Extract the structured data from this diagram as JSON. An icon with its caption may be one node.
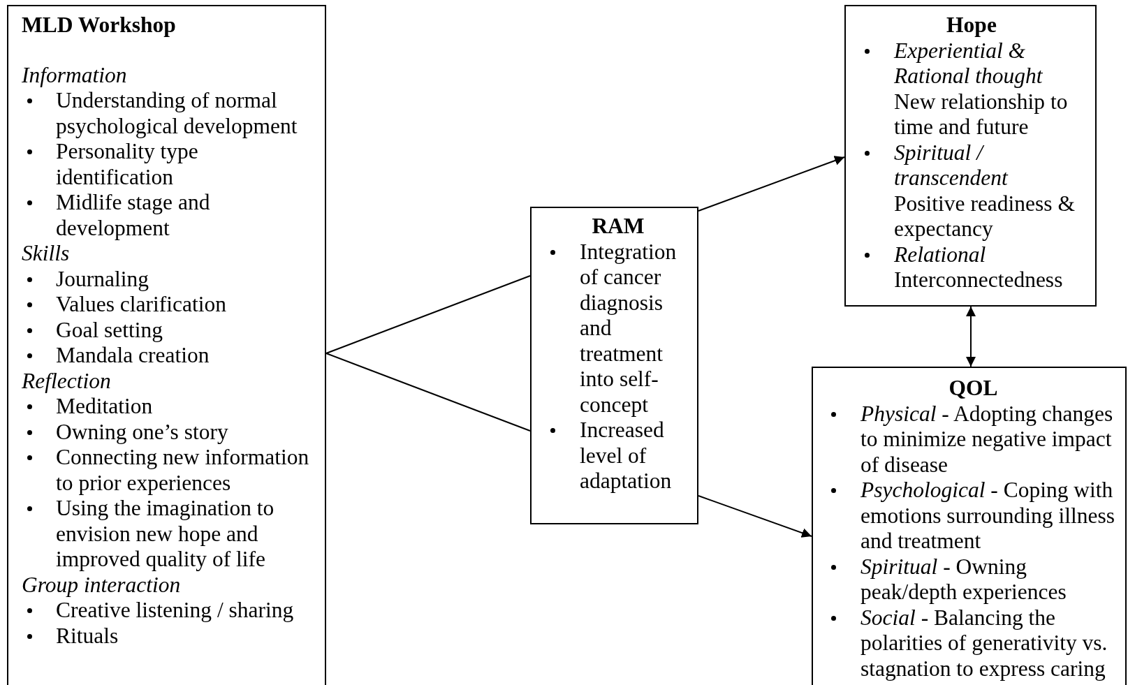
{
  "diagram": {
    "nodes": [
      {
        "text": [
          "MLD Workshop",
          "Information",
          "Understanding of normal psychological development",
          "Personality type identification",
          "Midlife stage and development",
          "Skills",
          "Journaling",
          "Values clarification",
          "Goal setting",
          "Mandala creation",
          "Reflection",
          "Meditation",
          "Owning one’s story",
          "Connecting new information to prior experiences",
          "Using the imagination to envision new hope and improved quality of life",
          "Group interaction",
          "Creative listening / sharing",
          "Rituals"
        ]
      },
      {
        "text": [
          "RAM",
          "Integration of cancer diagnosis and treatment into self-concept",
          "Increased level of adaptation"
        ]
      },
      {
        "text": [
          "Hope",
          "Experiential & Rational thought",
          "New relationship to time and future",
          "Spiritual / transcendent",
          "Positive readiness & expectancy",
          "Relational",
          "Interconnectedness"
        ]
      },
      {
        "text": [
          "QOL",
          "*Physical* - Adopting changes to minimize negative impact of disease",
          "*Psychological* - Coping with emotions surrounding illness and treatment",
          "*Spiritual* - Owning peak/depth experiences",
          "*Social* - Balancing the polarities of generativity vs. stagnation to express caring"
        ]
      }
    ],
    "edges": [
      {
        "from": 0,
        "to": 1,
        "arrow": "none"
      },
      {
        "from": 0,
        "to": 1,
        "arrow": "none"
      },
      {
        "from": 1,
        "to": 2,
        "arrow": "to"
      },
      {
        "from": 1,
        "to": 3,
        "arrow": "to"
      },
      {
        "from": 2,
        "to": 3,
        "arrow": "both"
      }
    ]
  }
}
